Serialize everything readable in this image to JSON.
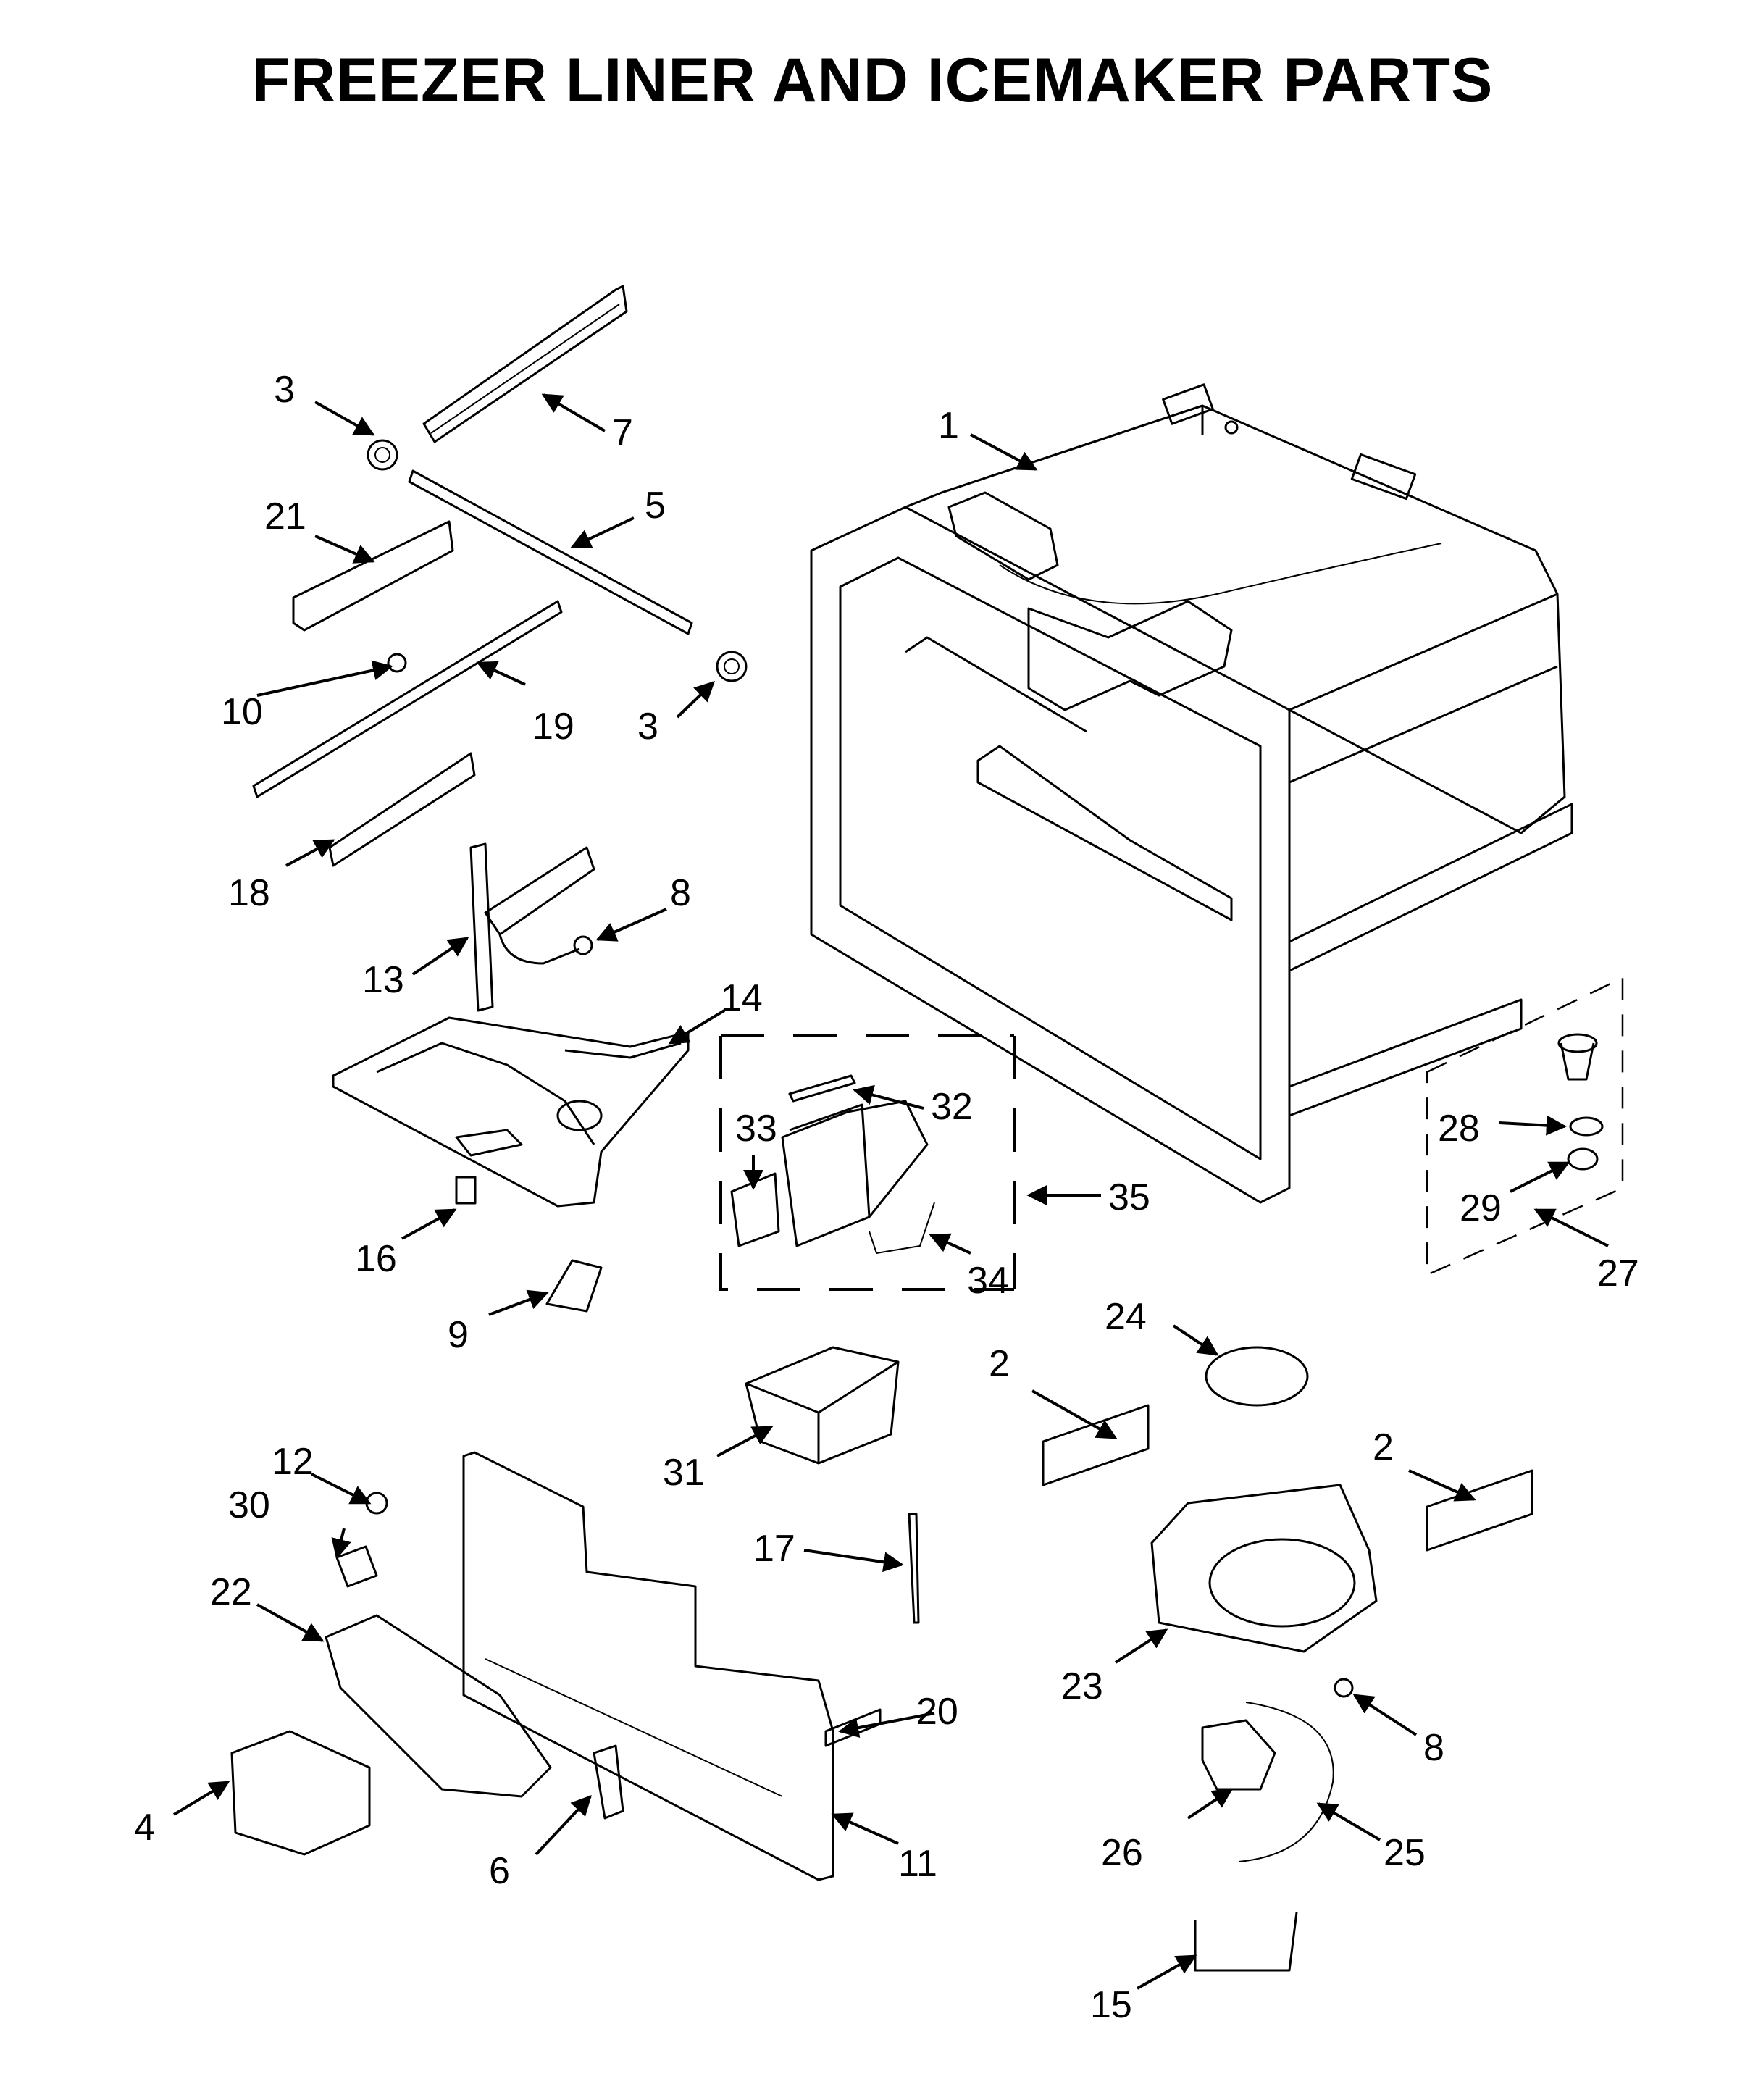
{
  "title": "FREEZER LINER AND ICEMAKER PARTS",
  "labels": {
    "p1": "1",
    "p2a": "2",
    "p2b": "2",
    "p3a": "3",
    "p3b": "3",
    "p4": "4",
    "p5": "5",
    "p6": "6",
    "p7": "7",
    "p8a": "8",
    "p8b": "8",
    "p9": "9",
    "p10": "10",
    "p11": "11",
    "p12": "12",
    "p13": "13",
    "p14": "14",
    "p15": "15",
    "p16": "16",
    "p17": "17",
    "p18": "18",
    "p19": "19",
    "p20": "20",
    "p21": "21",
    "p22": "22",
    "p23": "23",
    "p24": "24",
    "p25": "25",
    "p26": "26",
    "p27": "27",
    "p28": "28",
    "p29": "29",
    "p30": "30",
    "p31": "31",
    "p32": "32",
    "p33": "33",
    "p34": "34",
    "p35": "35"
  }
}
